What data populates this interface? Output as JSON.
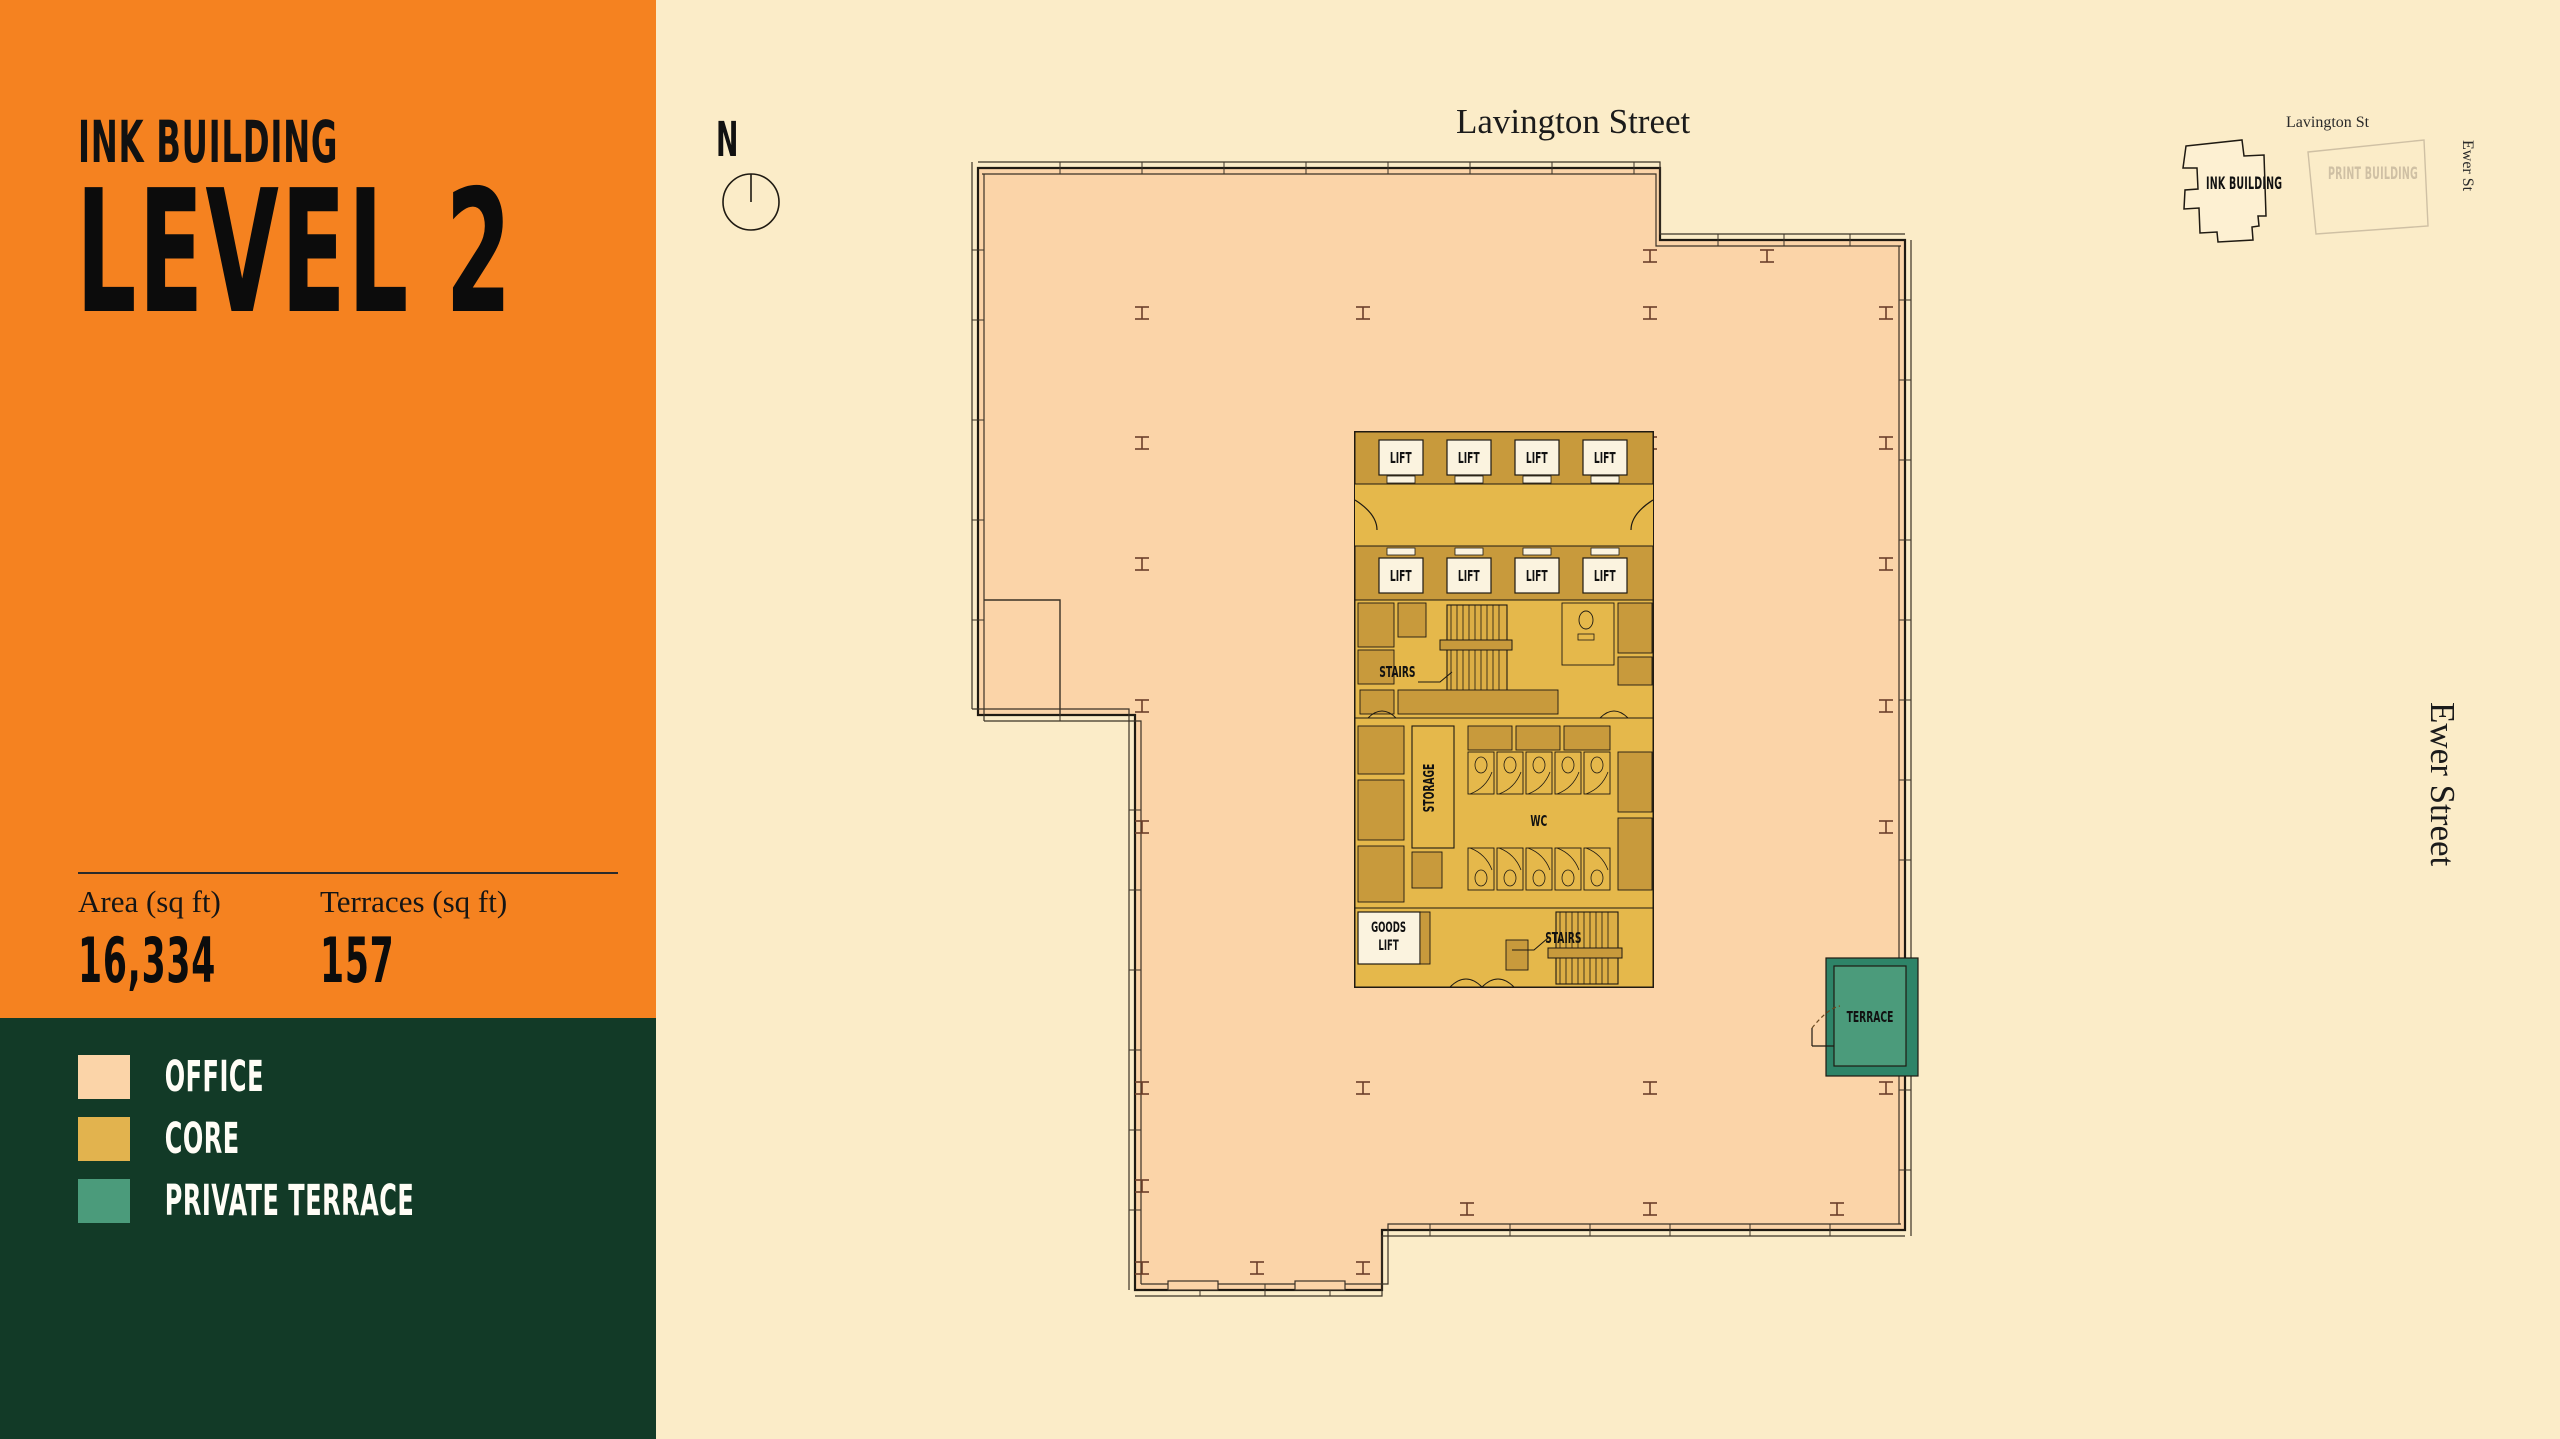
{
  "sidebar": {
    "building_name": "INK BUILDING",
    "level_title": "LEVEL 2",
    "stats": [
      {
        "label": "Area (sq ft)",
        "value": "16,334"
      },
      {
        "label": "Terraces (sq ft)",
        "value": "157"
      }
    ],
    "legend": [
      {
        "label": "OFFICE",
        "color": "#FBD4A8"
      },
      {
        "label": "CORE",
        "color": "#E2B34E"
      },
      {
        "label": "PRIVATE TERRACE",
        "color": "#4B9B7B"
      }
    ]
  },
  "compass": {
    "letter": "N",
    "icon": "north-arrow-dial"
  },
  "plan": {
    "streets": {
      "top": "Lavington Street",
      "right": "Ewer Street"
    },
    "core_labels": {
      "lifts": [
        "LIFT",
        "LIFT",
        "LIFT",
        "LIFT",
        "LIFT",
        "LIFT",
        "LIFT",
        "LIFT"
      ],
      "stairs_upper": "STAIRS",
      "stairs_lower": "STAIRS",
      "storage": "STORAGE",
      "wc": "WC",
      "goods_lift_line1": "GOODS",
      "goods_lift_line2": "LIFT"
    },
    "terrace_label": "TERRACE"
  },
  "key_plan": {
    "streets": {
      "top": "Lavington St",
      "right": "Ewer St"
    },
    "buildings": [
      {
        "name": "INK BUILDING",
        "state": "active"
      },
      {
        "name": "PRINT BUILDING",
        "state": "inactive"
      }
    ]
  },
  "colors": {
    "sidebar_orange": "#F58220",
    "sidebar_green": "#123A27",
    "page_background": "#FBECC8",
    "office_fill": "#FBD4A8",
    "core_fill": "#E5B84B",
    "core_wall": "#C89A3C",
    "terrace_fill": "#4B9B7B",
    "ink_line": "#1f1a12"
  }
}
